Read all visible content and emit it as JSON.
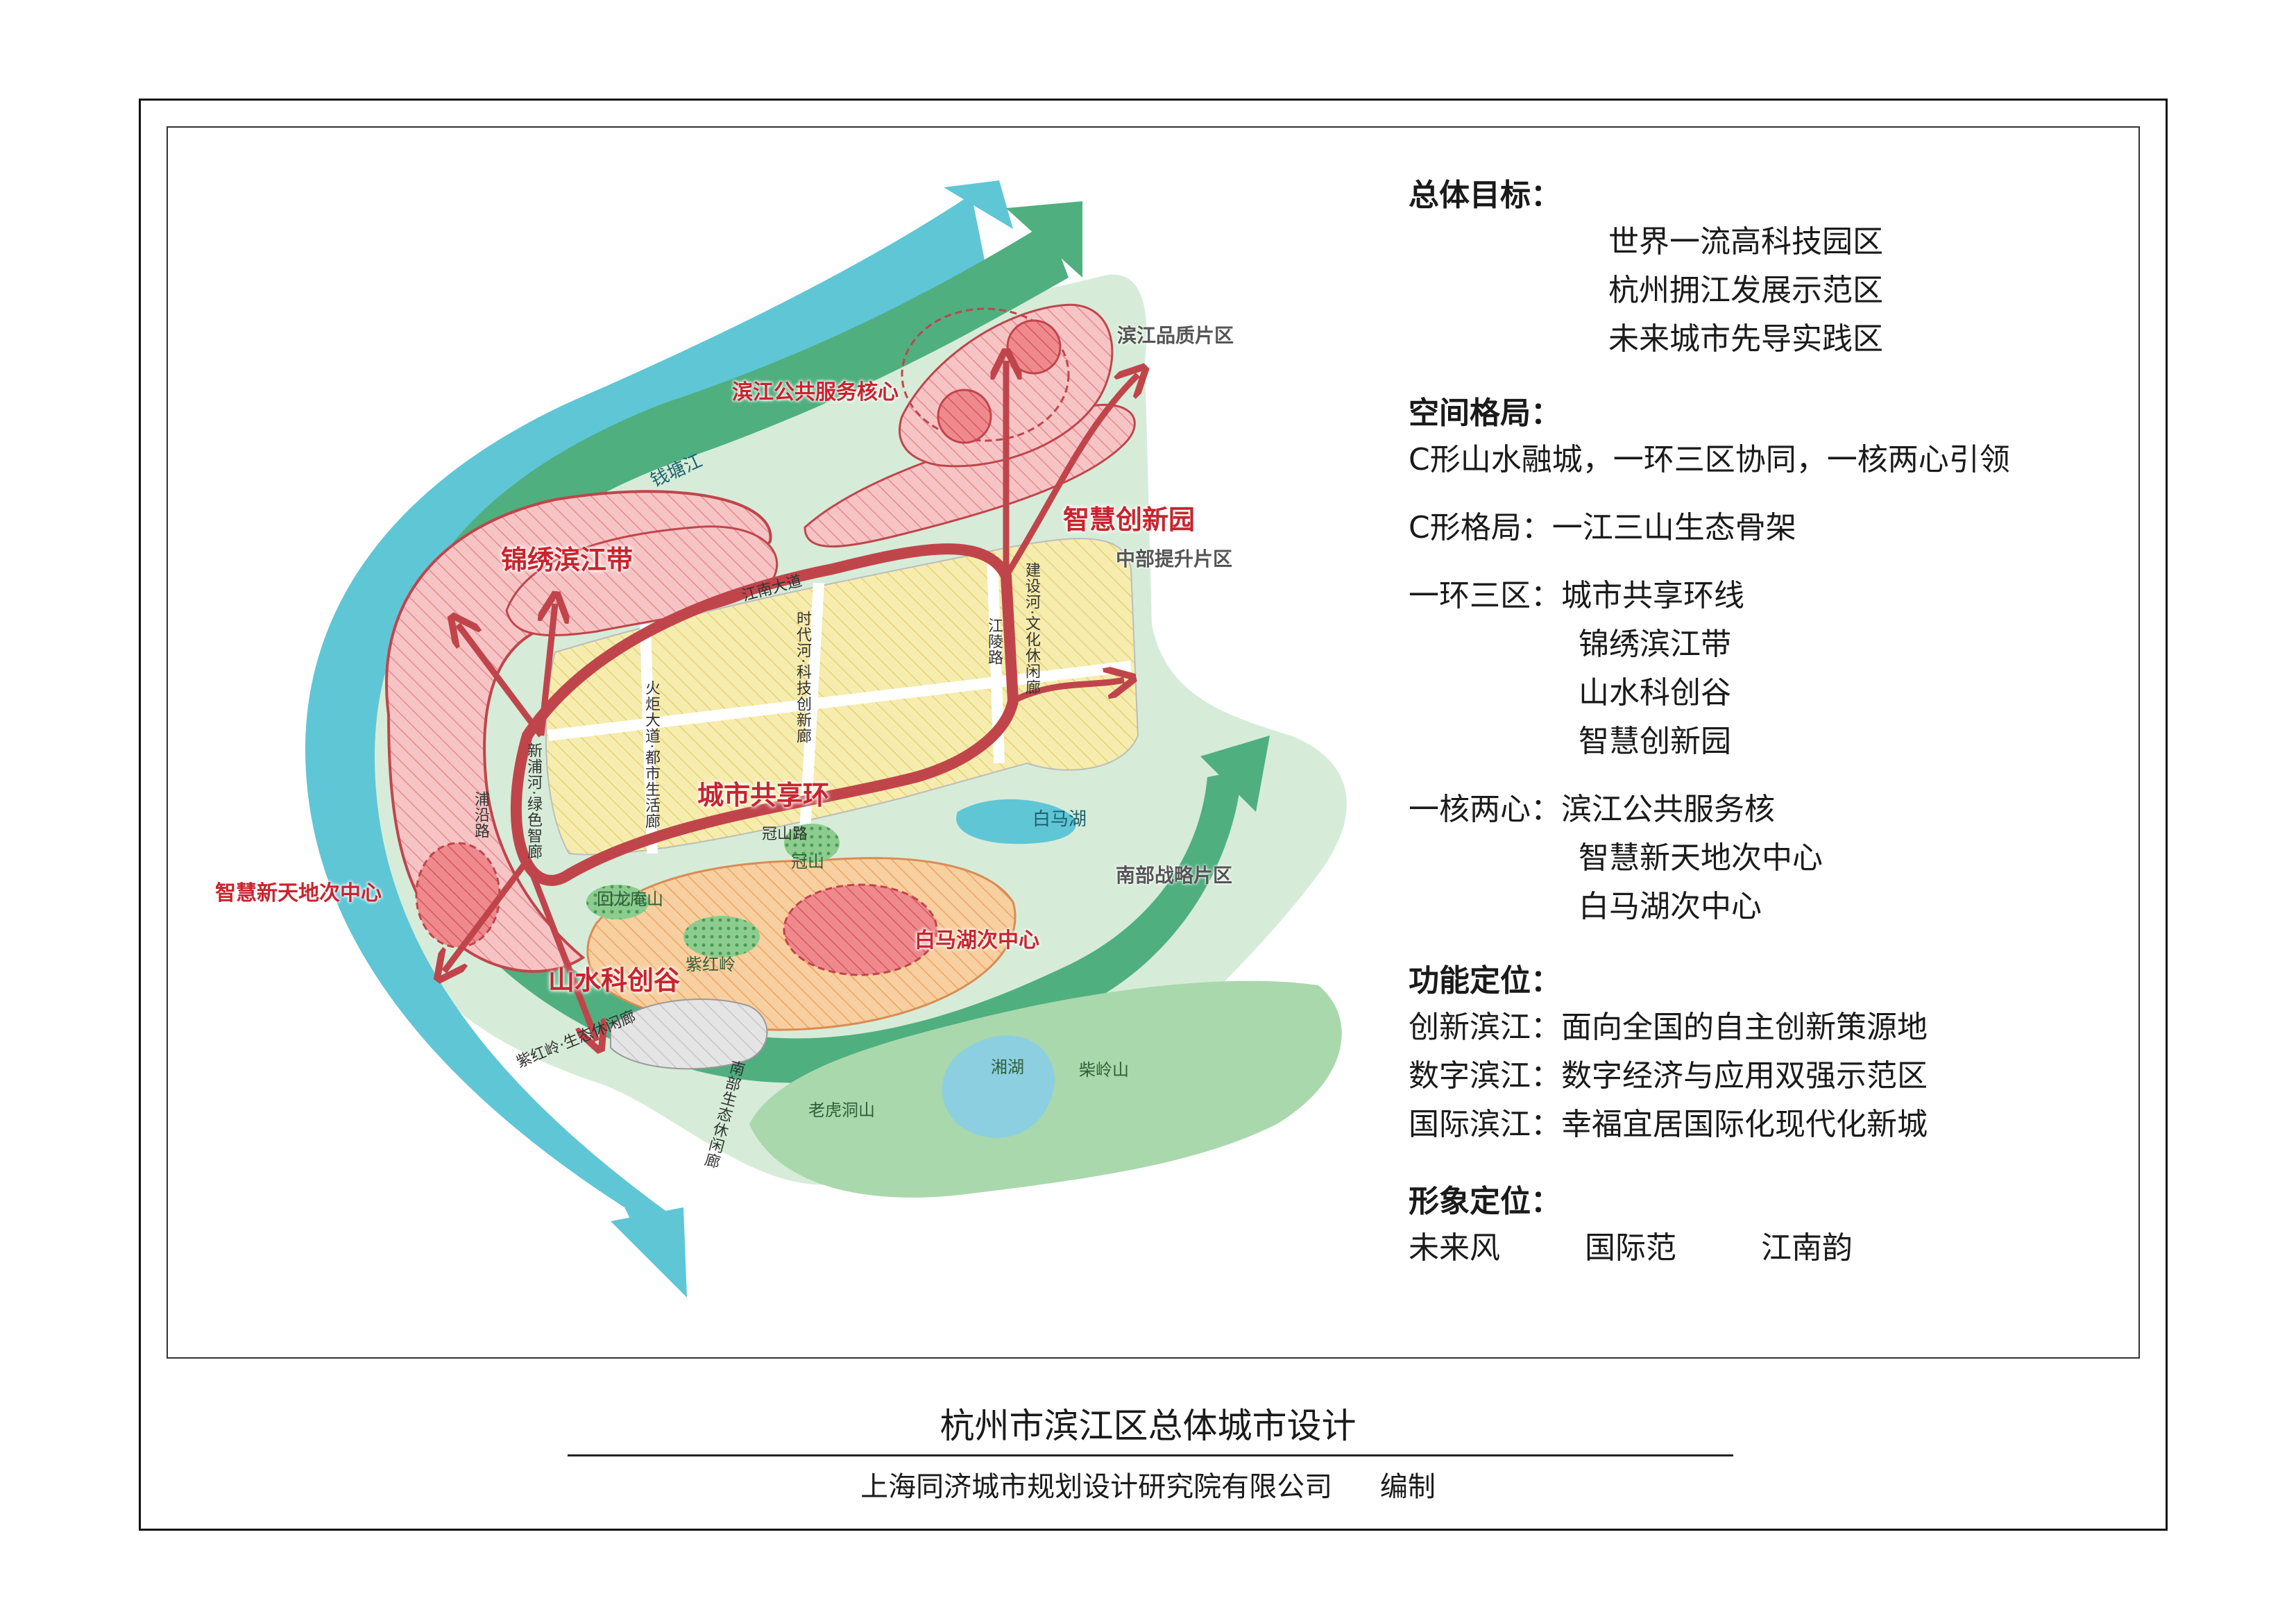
{
  "map": {
    "regions": {
      "binjiang_quality": "滨江品质片区",
      "central_upgrade": "中部提升片区",
      "south_strategic": "南部战略片区"
    },
    "cores": {
      "binjiang_public_core": "滨江公共服务核心",
      "smart_xintiandi": "智慧新天地次中心",
      "baima_lake_center": "白马湖次中心"
    },
    "zones": {
      "jinxiu_belt": "锦绣滨江带",
      "smart_park": "智慧创新园",
      "shanshui_valley": "山水科创谷",
      "city_ring": "城市共享环"
    },
    "roads": {
      "jiangnan_avenue": "江南大道",
      "shidai_river": "时代河·科技创新廊",
      "jiangling_road": "江陵路",
      "jianshe_river": "建设河·文化休闲廊",
      "huoju_avenue": "火炬大道·都市生活廊",
      "xinpu_river": "新浦河·绿色智廊",
      "puyan_road": "浦沿路",
      "guanshan_road": "冠山路",
      "ziling_corridor": "紫红岭·生态休闲廊",
      "nanbei_corridor": "南部生态休闲廊"
    },
    "features": {
      "qiantang_river": "钱塘江",
      "baima_lake": "白马湖",
      "guanshan": "冠山",
      "huilongan_shan": "回龙庵山",
      "zihong_ling": "紫红岭",
      "xianghu": "湘湖",
      "chailing_shan": "柴岭山",
      "laohudong_shan": "老虎洞山"
    }
  },
  "legend": {
    "goal_heading": "总体目标：",
    "goals": [
      "世界一流高科技园区",
      "杭州拥江发展示范区",
      "未来城市先导实践区"
    ],
    "spatial_heading": "空间格局：",
    "spatial_summary": "C形山水融城，一环三区协同，一核两心引领",
    "c_pattern": "C形格局：一江三山生态骨架",
    "ring_label": "一环三区：",
    "ring_items": [
      "城市共享环线",
      "锦绣滨江带",
      "山水科创谷",
      "智慧创新园"
    ],
    "core_label": "一核两心：",
    "core_items": [
      "滨江公共服务核",
      "智慧新天地次中心",
      "白马湖次中心"
    ],
    "function_heading": "功能定位：",
    "functions": [
      "创新滨江：面向全国的自主创新策源地",
      "数字滨江：数字经济与应用双强示范区",
      "国际滨江：幸福宜居国际化现代化新城"
    ],
    "image_heading": "形象定位：",
    "image_items": [
      "未来风",
      "国际范",
      "江南韵"
    ]
  },
  "footer": {
    "title": "杭州市滨江区总体城市设计",
    "publisher": "上海同济城市规划设计研究院有限公司",
    "role": "编制"
  },
  "colors": {
    "river": "#5fc6d6",
    "green_arc": "#4faf7f",
    "red_zone": "#f3b4b5",
    "yellow_zone": "#f3e7a0",
    "orange_zone": "#f5c08d",
    "ring_road": "#c0454b"
  }
}
